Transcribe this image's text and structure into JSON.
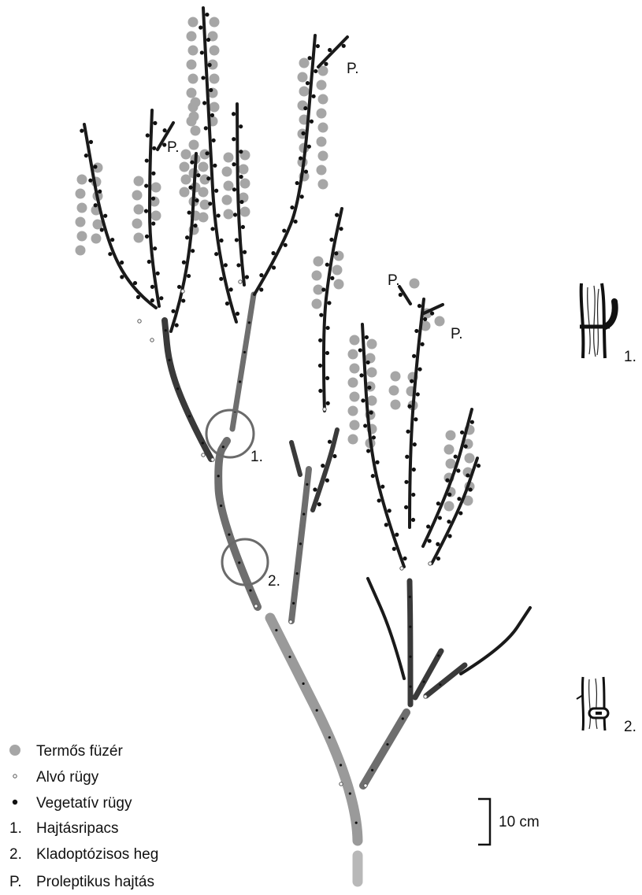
{
  "colors": {
    "black": "#1a1a1a",
    "dark": "#3a3a3a",
    "mid": "#6e6e6e",
    "light": "#9a9a9a",
    "pale": "#b8b8b8",
    "catkin": "#a6a6a6",
    "circle": "#6a6a6a"
  },
  "labels": {
    "p": "P.",
    "one": "1.",
    "two": "2."
  },
  "legend": [
    {
      "symbol": "catkin-dot",
      "text": "Termős füzér"
    },
    {
      "symbol": "dormant-bud",
      "text": "Alvó rügy"
    },
    {
      "symbol": "vegetative-bud",
      "text": "Vegetatív rügy"
    },
    {
      "symbol": "1.",
      "text": "Hajtásripacs"
    },
    {
      "symbol": "2.",
      "text": "Kladoptózisos heg"
    },
    {
      "symbol": "P.",
      "text": "Proleptikus hajtás"
    }
  ],
  "scale": {
    "label": "10 cm"
  },
  "insets": [
    {
      "label": "1."
    },
    {
      "label": "2."
    }
  ]
}
